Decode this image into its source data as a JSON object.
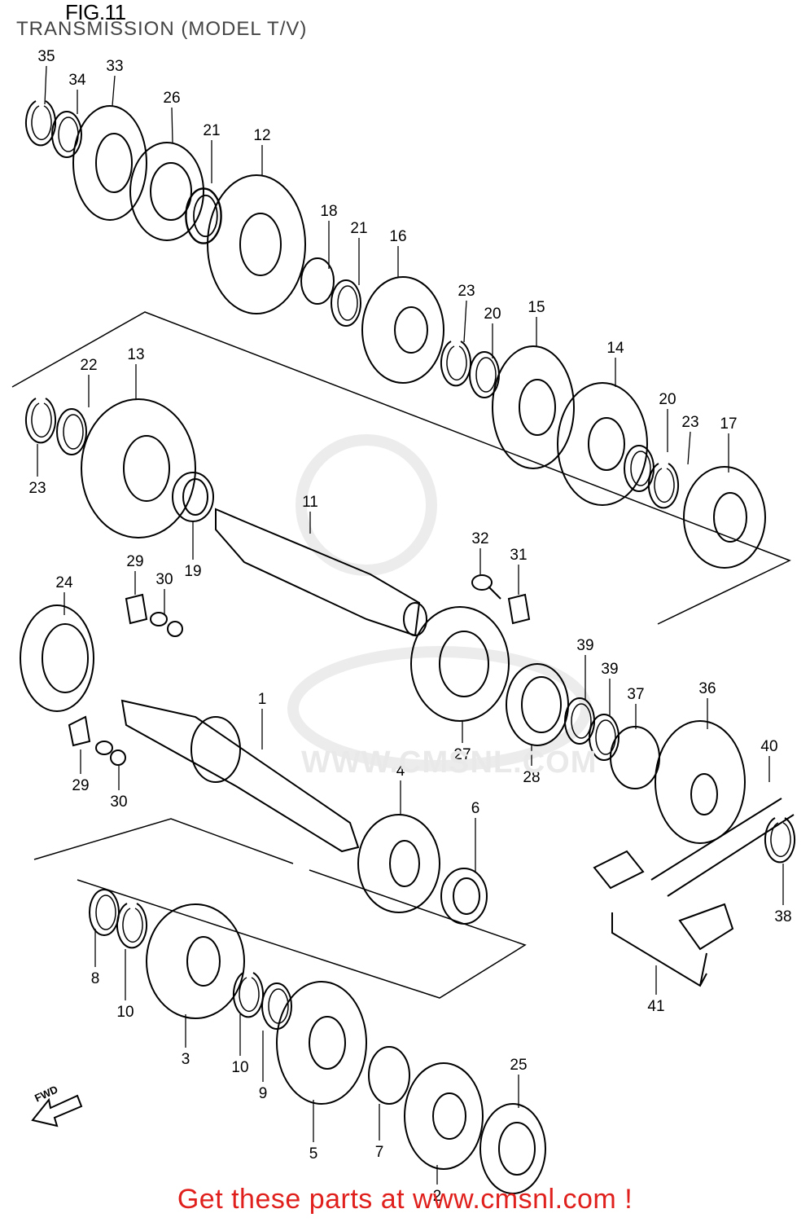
{
  "header": {
    "figure_label": "FIG.11",
    "subtitle": "TRANSMISSION (MODEL T/V)"
  },
  "watermark": "WWW.CMSNL.COM",
  "fwd_label": "FWD",
  "footer": {
    "text": "Get these parts at www.cmsnl.com !",
    "color": "#e0201c"
  },
  "callouts": [
    "35",
    "34",
    "33",
    "26",
    "21",
    "12",
    "18",
    "21",
    "16",
    "23",
    "20",
    "15",
    "14",
    "20",
    "23",
    "17",
    "13",
    "22",
    "23",
    "11",
    "19",
    "32",
    "31",
    "29",
    "30",
    "24",
    "39",
    "39",
    "37",
    "36",
    "1",
    "27",
    "28",
    "40",
    "29",
    "30",
    "4",
    "6",
    "38",
    "8",
    "10",
    "3",
    "10",
    "9",
    "5",
    "7",
    "2",
    "25",
    "41"
  ]
}
